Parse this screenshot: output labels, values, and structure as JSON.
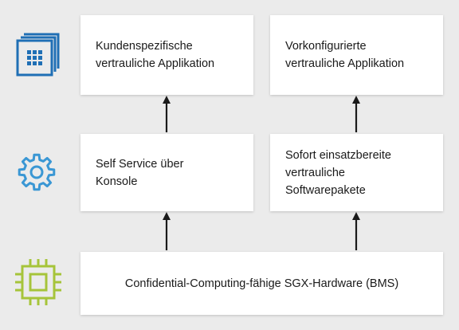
{
  "colors": {
    "background": "#ebebeb",
    "box": "#ffffff",
    "top_icon": "#1f6fb5",
    "middle_icon": "#3a97d4",
    "bottom_icon": "#a6c43a",
    "arrow": "#1a1a1a"
  },
  "icons": {
    "top": "app-grid-icon",
    "middle": "gear-icon",
    "bottom": "chip-icon"
  },
  "boxes": {
    "top_left": "Kundenspezifische\nvertrauliche Applikation",
    "top_right": "Vorkonfigurierte\nvertrauliche Applikation",
    "middle_left": "Self Service über\nKonsole",
    "middle_right": "Sofort einsatzbereite\nvertrauliche\nSoftwarepakete",
    "bottom": "Confidential-Computing-fähige SGX-Hardware (BMS)"
  }
}
